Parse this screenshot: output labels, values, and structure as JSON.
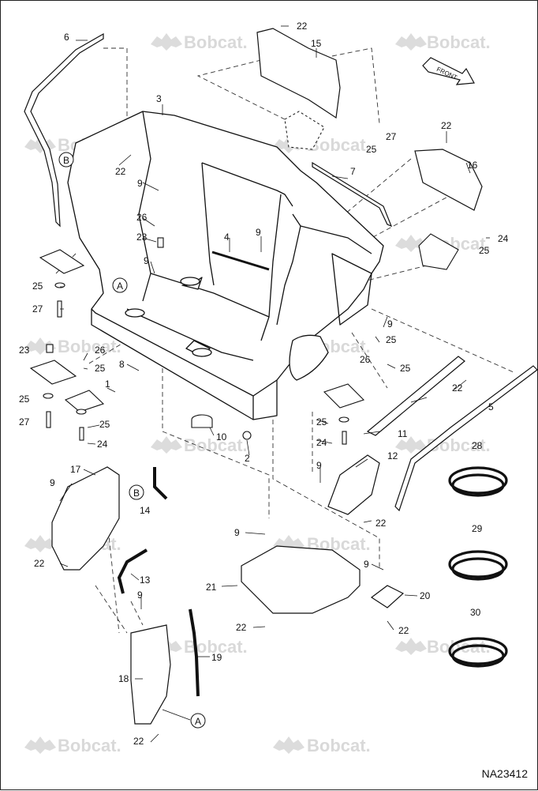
{
  "brand": {
    "watermark_text": "Bobcat."
  },
  "direction_arrow": {
    "label": "FRONT"
  },
  "drawing_id": "NA23412",
  "callouts": [
    "1",
    "2",
    "3",
    "4",
    "5",
    "6",
    "7",
    "8",
    "9",
    "10",
    "11",
    "12",
    "13",
    "14",
    "15",
    "16",
    "17",
    "18",
    "19",
    "20",
    "21",
    "22",
    "23",
    "24",
    "25",
    "26",
    "27",
    "28",
    "29",
    "30"
  ],
  "reference_letters": [
    "A",
    "B"
  ]
}
